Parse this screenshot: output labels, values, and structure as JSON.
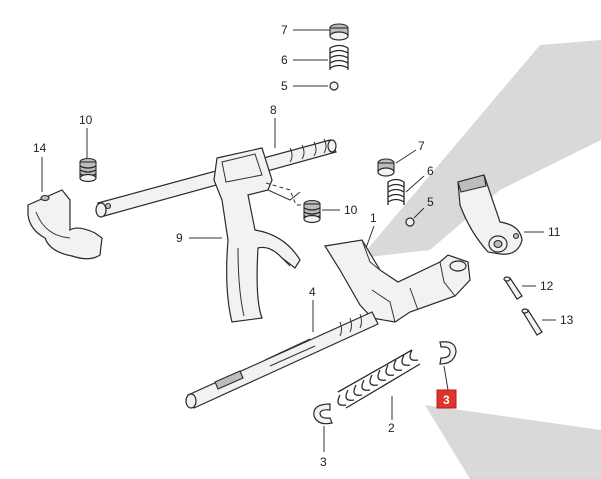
{
  "callouts": {
    "c1": "1",
    "c2": "2",
    "c3": "3",
    "c3_highlight": "3",
    "c4": "4",
    "c5_top": "5",
    "c5_mid": "5",
    "c6_top": "6",
    "c6_mid": "6",
    "c7_top": "7",
    "c7_mid": "7",
    "c8": "8",
    "c9": "9",
    "c10_top": "10",
    "c10_mid": "10",
    "c11": "11",
    "c12": "12",
    "c13": "13",
    "c14": "14"
  },
  "colors": {
    "highlight": "#e0322f",
    "shadow": "#d9d9d9"
  }
}
